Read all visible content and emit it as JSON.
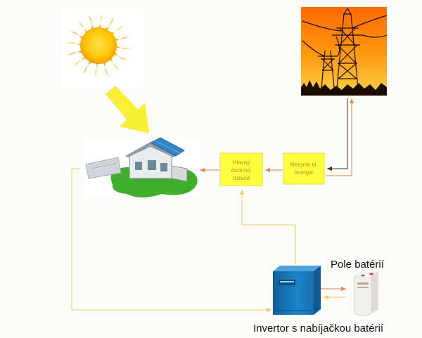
{
  "boxes": {
    "main_panel": [
      "Hlavný",
      "domový",
      "rozvod"
    ],
    "meter": [
      "Meranie el.",
      "energie"
    ]
  },
  "labels": {
    "battery_bank": "Pole batérií",
    "inverter": "Invertor s nabíjačkou batérií"
  },
  "icons": {
    "sun": "sun-icon",
    "power_lines": "power-lines-icon",
    "house": "solar-house-icon",
    "inverter": "inverter-icon",
    "battery": "battery-icon"
  },
  "colors": {
    "box_fill": "#ffff40",
    "box_text": "#c08a2a",
    "flow_orange": "#e8823a",
    "flow_yellow": "#f2cf52",
    "grid_arrow": "#333333",
    "sun_arrow": "#f7f033",
    "inverter_blue": "#1c7fc4"
  }
}
